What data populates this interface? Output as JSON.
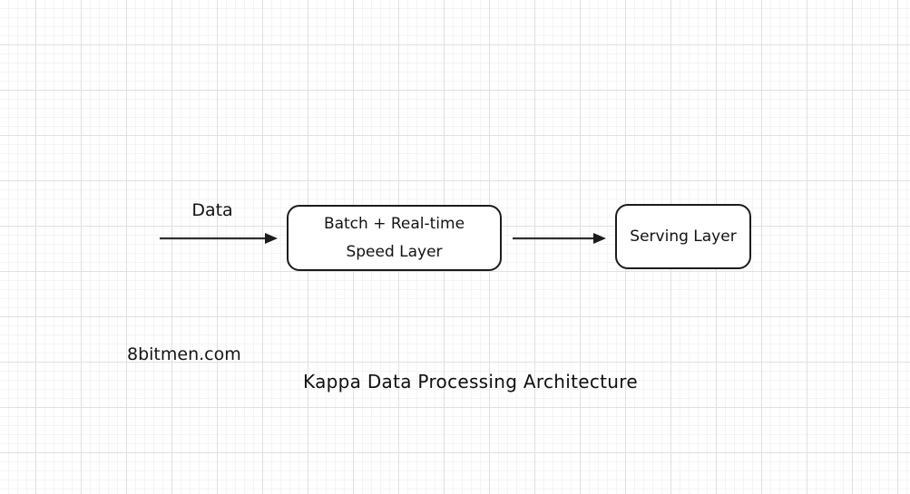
{
  "diagram": {
    "title": "Kappa Data Processing Architecture",
    "watermark": "8bitmen.com",
    "flow_label": "Data",
    "nodes": [
      {
        "id": "speed-layer",
        "line1": "Batch + Real-time",
        "line2": "Speed Layer"
      },
      {
        "id": "serving-layer",
        "line1": "Serving Layer"
      }
    ],
    "connections": [
      {
        "from": "data-source",
        "to": "speed-layer"
      },
      {
        "from": "speed-layer",
        "to": "serving-layer"
      }
    ]
  },
  "colors": {
    "background": "#ffffff",
    "grid_major": "#e0e0e0",
    "grid_minor": "#f4f4f4",
    "stroke": "#2e2e2e",
    "node_border": "#1c1c1c",
    "text": "#121212"
  }
}
